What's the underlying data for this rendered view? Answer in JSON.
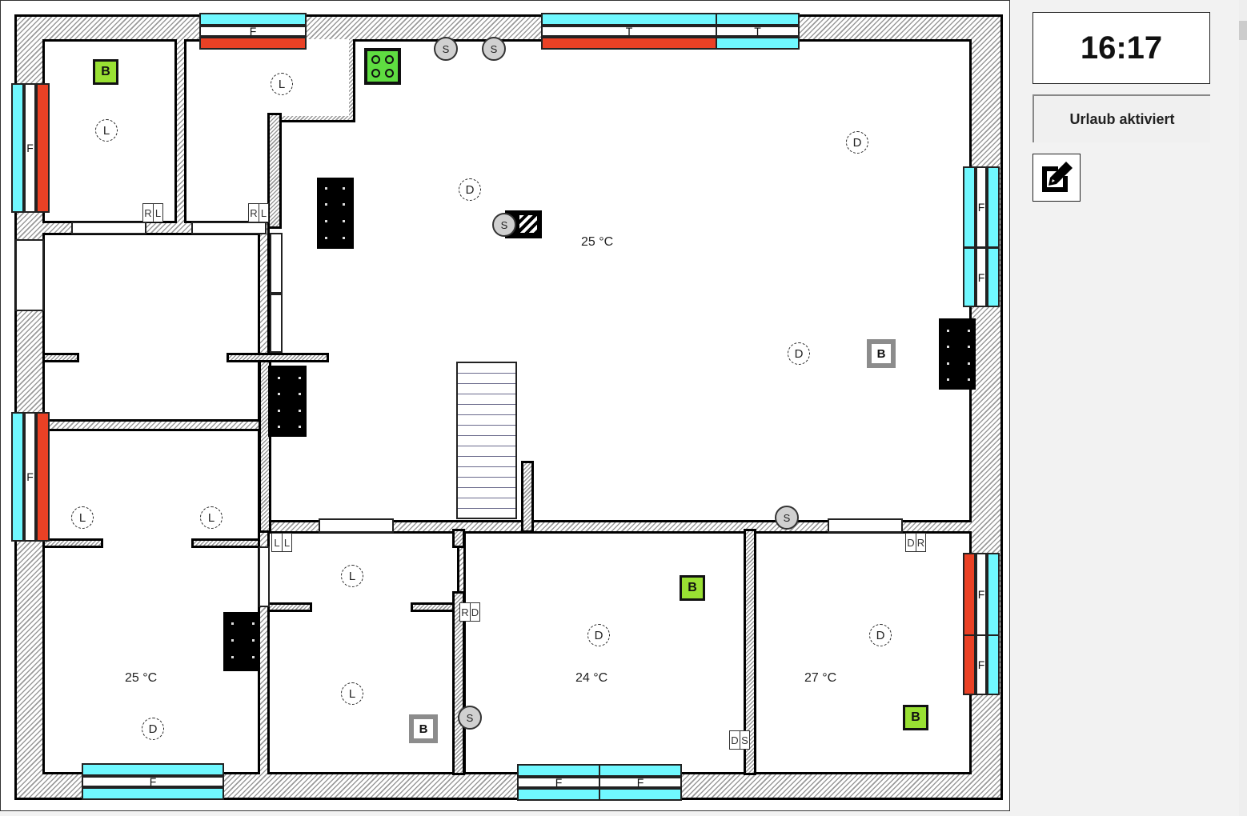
{
  "sidebar": {
    "clock": "16:17",
    "vacation_button": "Urlaub aktiviert",
    "edit_icon": "edit-icon"
  },
  "floorplan": {
    "temperatures": {
      "main_hall": "25 °C",
      "left_bottom_room": "25 °C",
      "center_bottom_room": "24 °C",
      "right_bottom_room": "27 °C"
    },
    "window_label": "F",
    "door_label": "T",
    "light_label": "L",
    "dimmer_label": "D",
    "sensor_label": "S",
    "motion_label": "B",
    "switch_tags": {
      "rl_1": [
        "R",
        "L"
      ],
      "rl_2": [
        "R",
        "L"
      ],
      "ll": [
        "L",
        "L"
      ],
      "rd": [
        "R",
        "D"
      ],
      "dr": [
        "D",
        "R"
      ],
      "ds": [
        "D",
        "S"
      ]
    },
    "colors": {
      "window_closed": "#70f8ff",
      "window_open": "#ea4125",
      "motion_active": "#99e033",
      "motion_inactive": "#8c8c8c",
      "stove": "#5fdd41"
    }
  }
}
